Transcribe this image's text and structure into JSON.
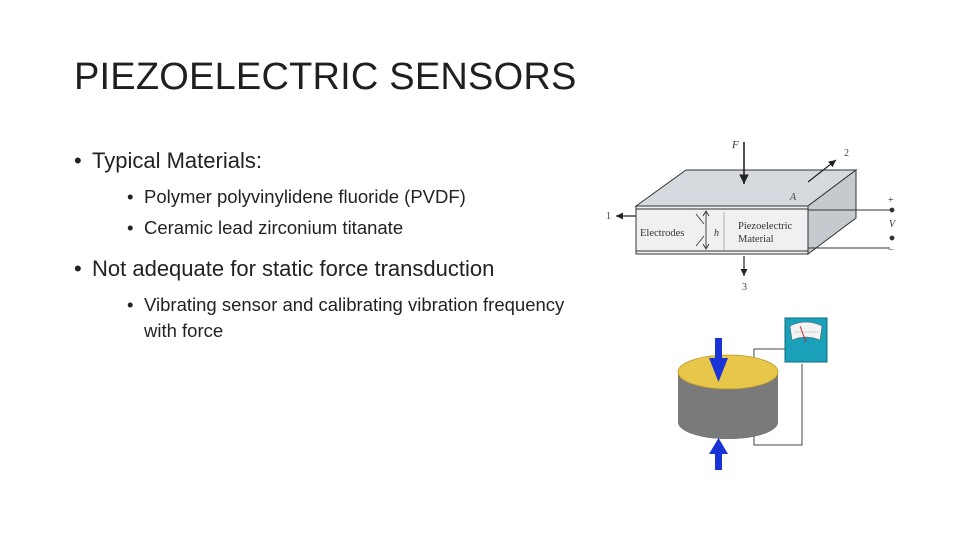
{
  "title": "PIEZOELECTRIC SENSORS",
  "bullets": [
    {
      "text": "Typical Materials:",
      "sub": [
        "Polymer polyvinylidene fluoride (PVDF)",
        "Ceramic lead zirconium titanate"
      ]
    },
    {
      "text": "Not adequate for static force transduction",
      "sub": [
        "Vibrating sensor and calibrating vibration frequency with force"
      ]
    }
  ],
  "diagram": {
    "force_label": "F",
    "area_label": "A",
    "thickness_label": "h",
    "electrodes_label": "Electrodes",
    "material_label_line1": "Piezoelectric",
    "material_label_line2": "Material",
    "axis_1": "1",
    "axis_2": "2",
    "axis_3": "3",
    "voltage_plus": "+",
    "voltage_label": "V",
    "voltage_minus": "−"
  },
  "colors": {
    "block_top": "#d6d9dd",
    "block_front": "#eef0f2",
    "disc_top": "#e8c64a",
    "disc_side": "#7a7a7a",
    "arrow": "#1a33d6",
    "meter": "#1aa0b8"
  }
}
